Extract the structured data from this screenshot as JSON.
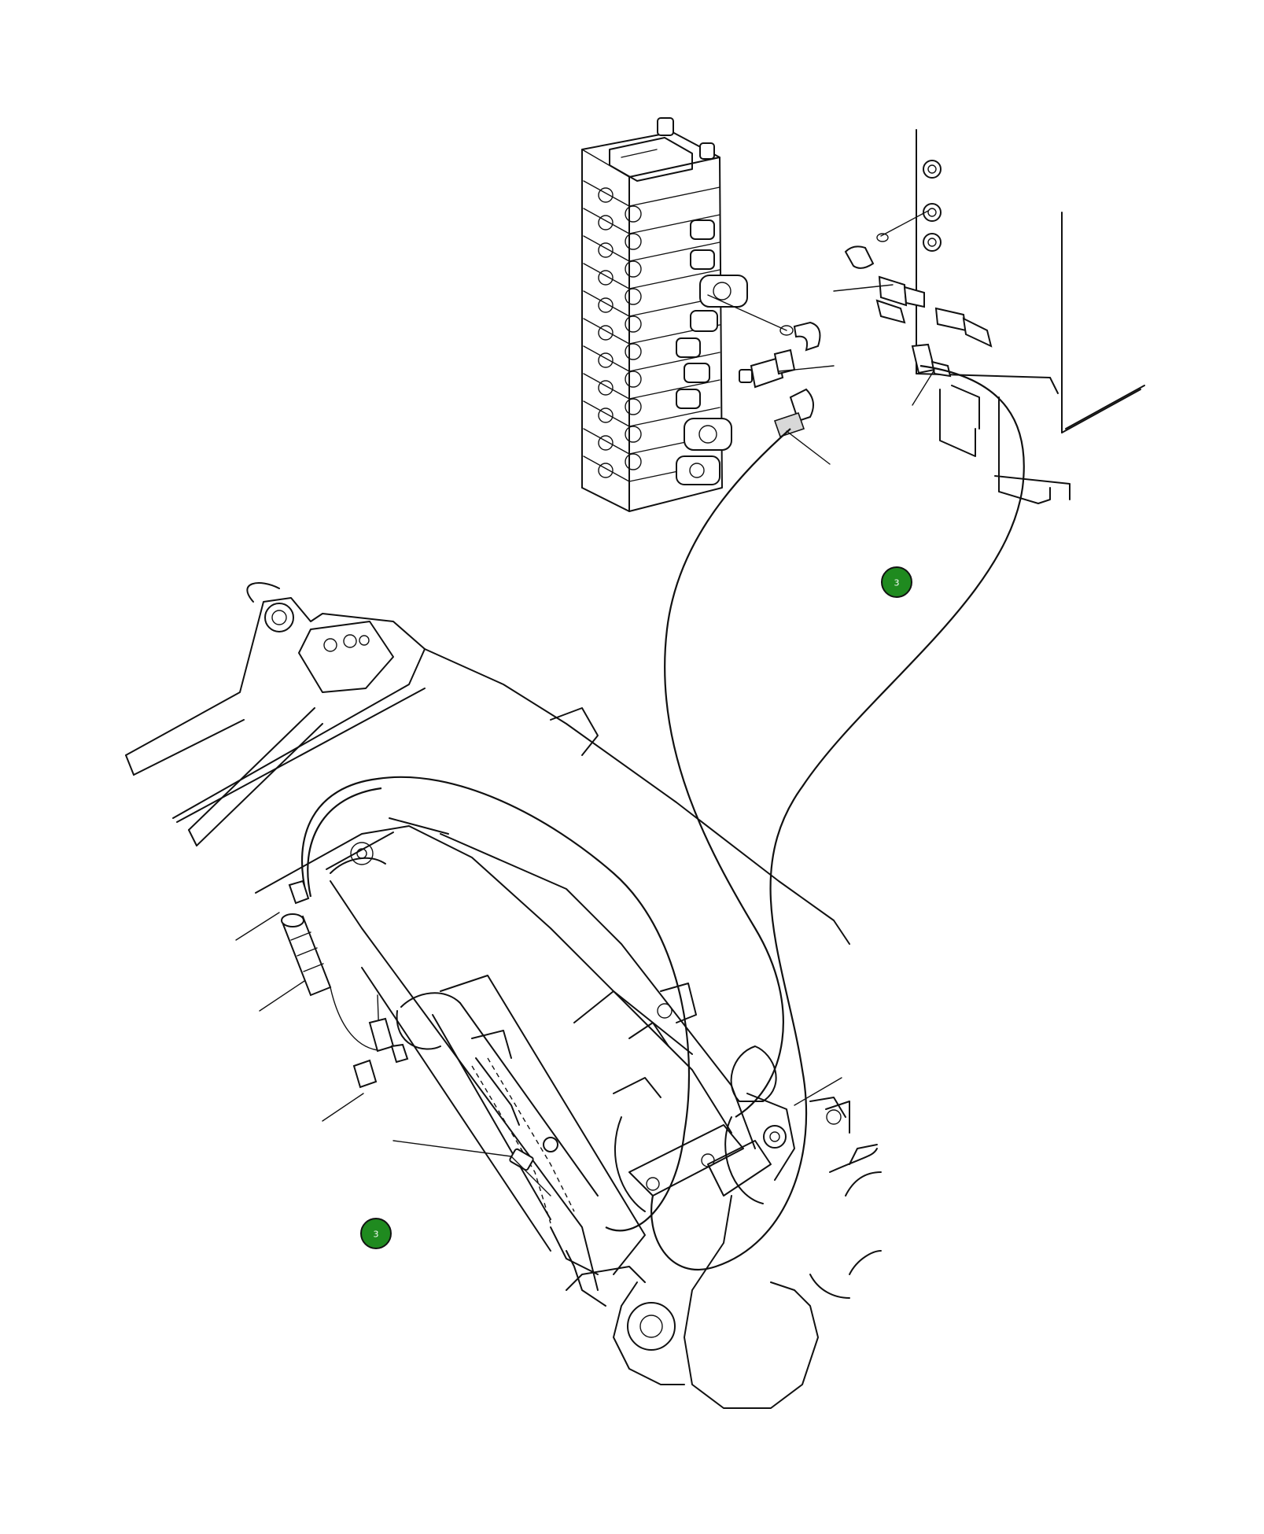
{
  "diagram": {
    "callouts": [
      {
        "id": "callout-upper",
        "label": "3",
        "color": "#1f8a1f"
      },
      {
        "id": "callout-lower",
        "label": "3",
        "color": "#1f8a1f"
      }
    ],
    "colors": {
      "line": "#111111",
      "background": "#ffffff",
      "callout_fill": "#1f8a1f"
    }
  }
}
